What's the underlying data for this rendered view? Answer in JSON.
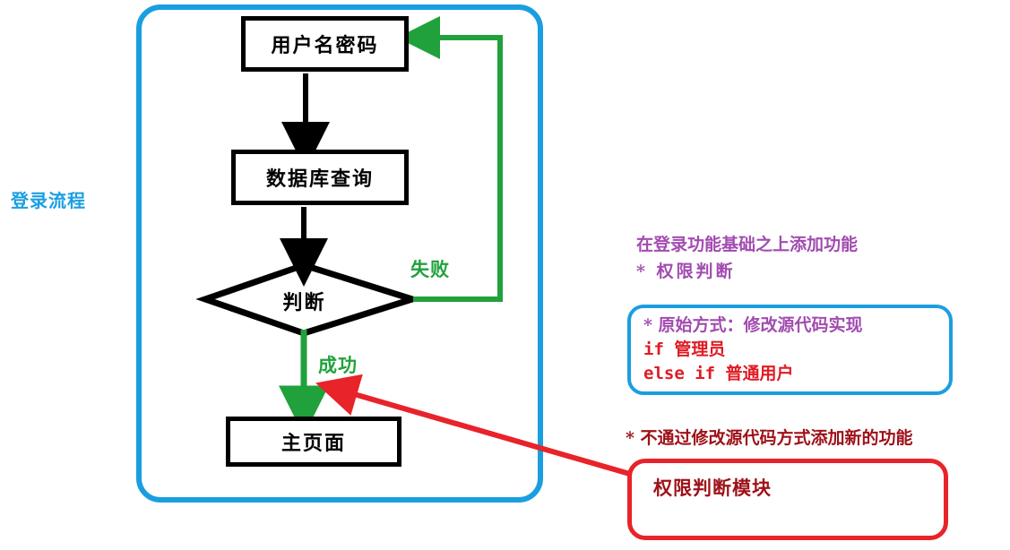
{
  "diagram": {
    "flow_title": "登录流程",
    "nodes": [
      {
        "id": "username",
        "label": "用户名密码",
        "shape": "rectangle"
      },
      {
        "id": "dbquery",
        "label": "数据库查询",
        "shape": "rectangle"
      },
      {
        "id": "decision",
        "label": "判断",
        "shape": "diamond"
      },
      {
        "id": "mainpage",
        "label": "主页面",
        "shape": "rectangle"
      }
    ],
    "edge_labels": {
      "fail": "失败",
      "success": "成功"
    }
  },
  "notes": {
    "purple_heading": "在登录功能基础之上添加功能",
    "purple_bullet": "* 权限判断",
    "blue_box": {
      "line1": "*  原始方式：修改源代码实现",
      "line2": "if 管理员",
      "line3": "else if 普通用户"
    },
    "dark_red_bullet": "*  不通过修改源代码方式添加新的功能",
    "red_box": {
      "label": "权限判断模块"
    }
  },
  "colors": {
    "blue": "#1b9ee0",
    "green": "#21a13c",
    "red": "#e8232a",
    "dark_red": "#9e1118",
    "purple": "#a24bb0",
    "black": "#000000"
  }
}
